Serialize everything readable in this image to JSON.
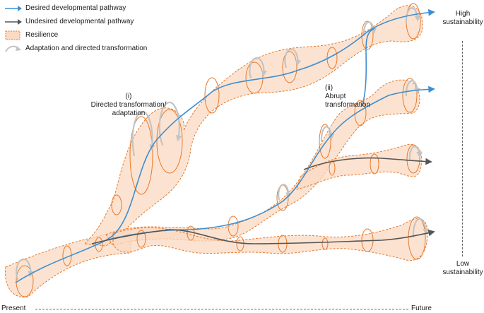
{
  "legend": {
    "desired": "Desired developmental pathway",
    "undesired": "Undesired developmental pathway",
    "resilience": "Resilience",
    "adaptation": "Adaptation and directed transformation"
  },
  "annotations": {
    "directed_num": "(i)",
    "directed_line1": "Directed transformation/",
    "directed_line2": "adaptation",
    "abrupt_num": "(ii)",
    "abrupt_line1": "Abrupt",
    "abrupt_line2": "transformation"
  },
  "axes": {
    "high_line1": "High",
    "high_line2": "sustainability",
    "low_line1": "Low",
    "low_line2": "sustainability",
    "present": "Present",
    "future": "Future"
  },
  "colors": {
    "desired": "#3d8fd1",
    "undesired": "#555555",
    "resilience_fill": "#fbd9c2",
    "resilience_edge": "#e8792a",
    "adaptation_arrow": "#bdbdbd"
  },
  "icons": {
    "desired_legend": "blue-arrow-icon",
    "undesired_legend": "gray-arrow-icon",
    "resilience_legend": "dashed-orange-square-icon",
    "adaptation_legend": "curved-gray-arrow-icon"
  }
}
